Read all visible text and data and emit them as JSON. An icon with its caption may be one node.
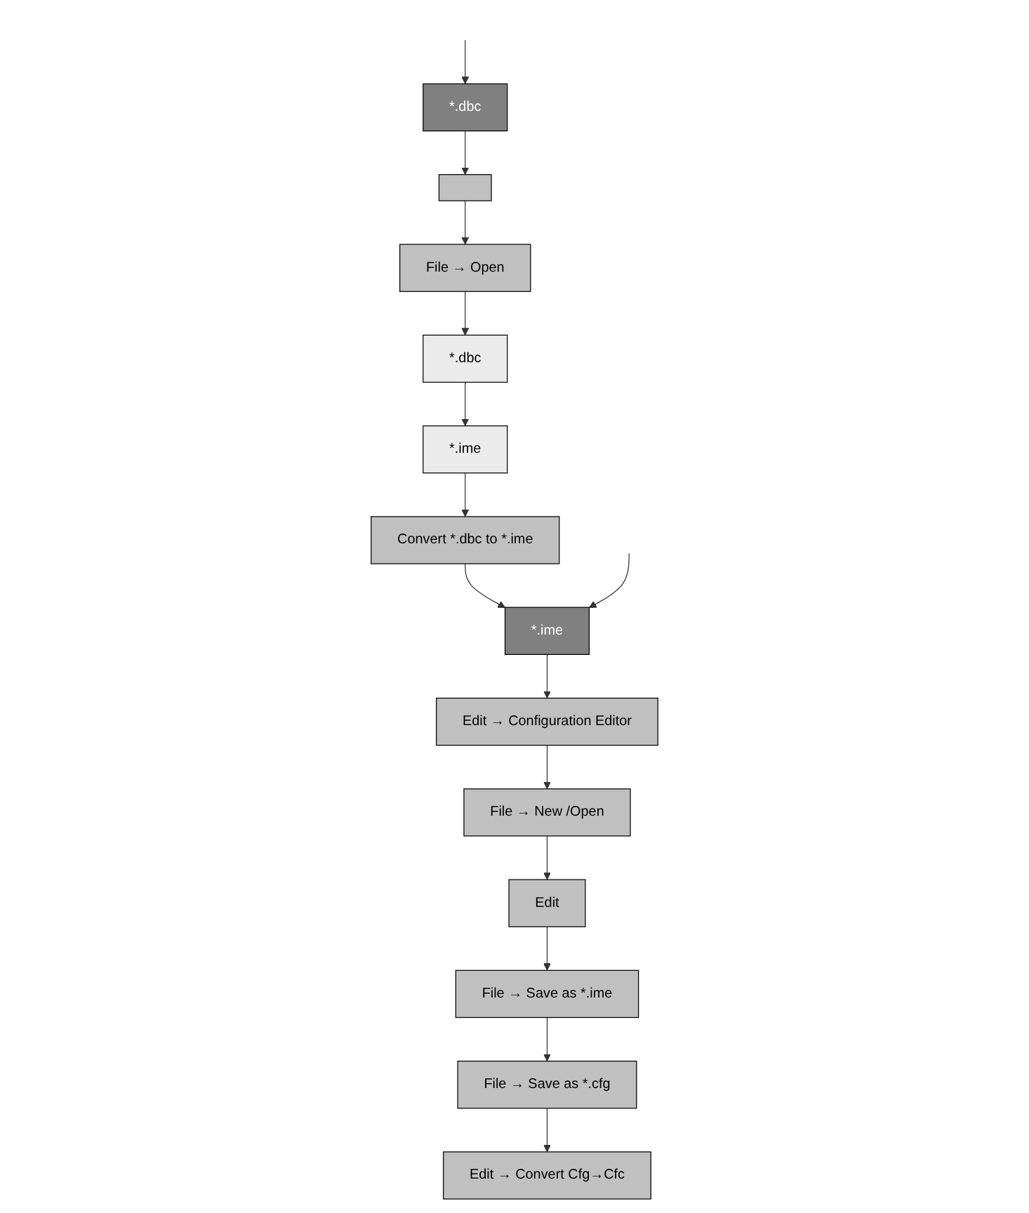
{
  "diagram": {
    "nodes": [
      {
        "text": [
          "*.dbc"
        ]
      },
      {
        "text": [],
        "shape": "box"
      },
      {
        "text": [
          "File → Open"
        ]
      },
      {
        "text": [
          "*.dbc"
        ]
      },
      {
        "text": [
          "*.ime"
        ]
      },
      {
        "text": [
          "Convert *.dbc to *.ime"
        ]
      },
      {
        "text": [
          "*.ime"
        ]
      },
      {
        "text": [
          "Edit → Configuration Editor"
        ]
      },
      {
        "text": [
          "File → New /Open"
        ]
      },
      {
        "text": [
          "Edit"
        ]
      },
      {
        "text": [
          "File → Save as *.ime"
        ]
      },
      {
        "text": [
          "File → Save as *.cfg"
        ]
      },
      {
        "text": [
          "Edit → Convert Cfg→Cfc"
        ]
      }
    ],
    "edges": [
      {
        "from": null,
        "to": 0,
        "arrow": "to"
      },
      {
        "from": 0,
        "to": 1,
        "arrow": "to"
      },
      {
        "from": 1,
        "to": 2,
        "arrow": "to"
      },
      {
        "from": 2,
        "to": 3,
        "arrow": "to"
      },
      {
        "from": 3,
        "to": 4,
        "arrow": "to"
      },
      {
        "from": 4,
        "to": 5,
        "arrow": "to"
      },
      {
        "from": 5,
        "to": 6,
        "arrow": "to"
      },
      {
        "from": null,
        "to": 6,
        "arrow": "to"
      },
      {
        "from": 6,
        "to": 7,
        "arrow": "to"
      },
      {
        "from": 7,
        "to": 8,
        "arrow": "to"
      },
      {
        "from": 8,
        "to": 9,
        "arrow": "to"
      },
      {
        "from": 9,
        "to": 10,
        "arrow": "to"
      },
      {
        "from": 10,
        "to": 11,
        "arrow": "to"
      },
      {
        "from": 11,
        "to": 12,
        "arrow": "to"
      }
    ]
  }
}
